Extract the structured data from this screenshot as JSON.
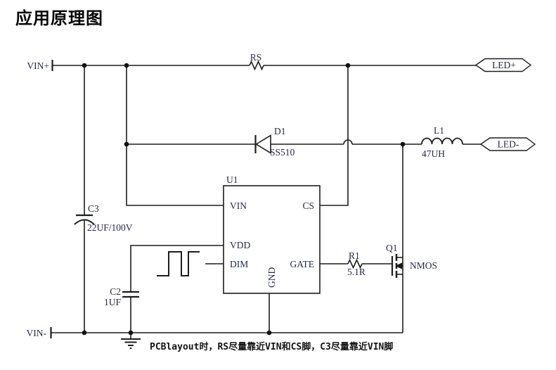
{
  "title": "应用原理图",
  "note": "PCBlayout时，RS尽量靠近VIN和CS脚，C3尽量靠近VIN脚",
  "terminals": {
    "vin_plus": "VIN+",
    "vin_minus": "VIN-",
    "led_plus": "LED+",
    "led_minus": "LED-"
  },
  "components": {
    "rs": {
      "ref": "RS"
    },
    "d1": {
      "ref": "D1",
      "value": "SS510"
    },
    "l1": {
      "ref": "L1",
      "value": "47UH"
    },
    "c3": {
      "ref": "C3",
      "value": "22UF/100V"
    },
    "c2": {
      "ref": "C2",
      "value": "1UF"
    },
    "r1": {
      "ref": "R1",
      "value": "5.1R"
    },
    "q1": {
      "ref": "Q1",
      "value": "NMOS"
    },
    "u1": {
      "ref": "U1",
      "pins": {
        "vin": "VIN",
        "vdd": "VDD",
        "dim": "DIM",
        "cs": "CS",
        "gate": "GATE",
        "gnd": "GND"
      }
    }
  },
  "colors": {
    "wire": "#1d1d1d",
    "label": "#222a4a",
    "note": "#141414",
    "background": "#ffffff"
  }
}
